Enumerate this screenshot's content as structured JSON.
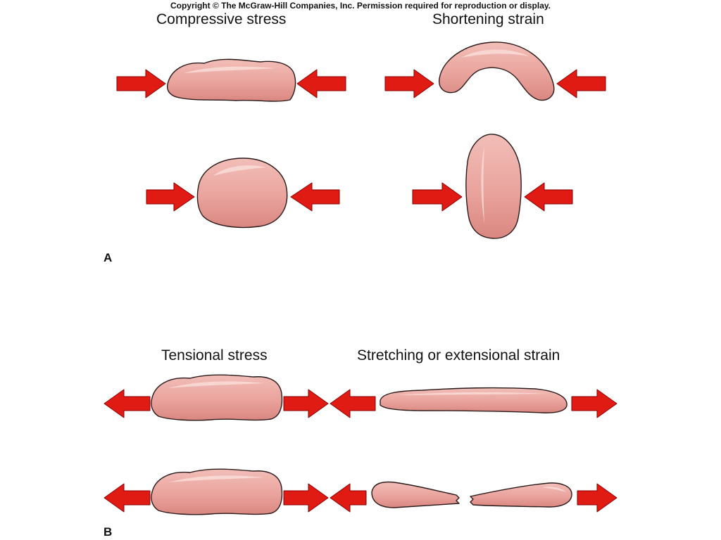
{
  "copyright": "Copyright © The McGraw-Hill Companies, Inc. Permission required for reproduction or display.",
  "panel_a": {
    "label": "A",
    "left_title": "Compressive stress",
    "right_title": "Shortening strain"
  },
  "panel_b": {
    "label": "B",
    "left_title": "Tensional stress",
    "right_title": "Stretching or extensional strain"
  },
  "colors": {
    "arrow_fill": "#e01b14",
    "arrow_stroke": "#8a0000",
    "body_fill": "#eaa39d",
    "body_highlight": "#f9dcd8",
    "outline": "#2a1a1a"
  }
}
